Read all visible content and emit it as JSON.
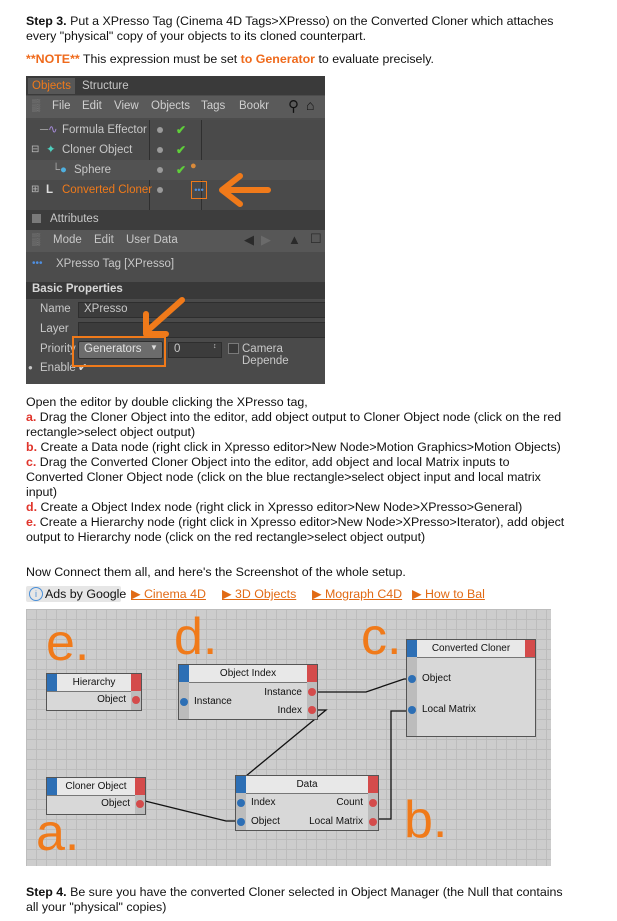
{
  "step3": {
    "label": "Step 3.",
    "line1": " Put a XPresso Tag (Cinema 4D Tags>XPresso) on the Converted Cloner which attaches",
    "line2": "every \"physical\" copy of your objects to its cloned counterpart."
  },
  "note": {
    "label": "**NOTE**",
    "text1": " This expression must be set ",
    "highlight": "to Generator",
    "text2": " to evaluate precisely."
  },
  "c4d": {
    "tabs": [
      "Objects",
      "Structure"
    ],
    "menu": [
      "File",
      "Edit",
      "View",
      "Objects",
      "Tags",
      "Bookr"
    ],
    "objects": [
      "Formula Effector",
      "Cloner Object",
      "Sphere",
      "Converted Cloner"
    ],
    "attributes_title": "Attributes",
    "attr_menu": [
      "Mode",
      "Edit",
      "User Data"
    ],
    "tag_title": "XPresso Tag [XPresso]",
    "section": "Basic Properties",
    "fields": {
      "name_label": "Name",
      "name_value": "XPresso",
      "layer_label": "Layer",
      "priority_label": "Priority",
      "priority_value": "Generators",
      "priority_num": "0",
      "camera_label": "Camera Depende",
      "enable_label": "Enable"
    }
  },
  "instructions": {
    "intro": "Open the editor by double clicking the XPresso tag,",
    "a": {
      "k": "a.",
      "t1": " Drag the Cloner Object into the editor, add object output  to Cloner Object node (click on the red",
      "t2": "rectangle>select object output)"
    },
    "b": {
      "k": "b.",
      "t1": " Create a Data node (right click in Xpresso editor>New Node>Motion Graphics>Motion Objects)"
    },
    "c": {
      "k": "c.",
      "t1": " Drag the Converted Cloner Object into the editor, add object  and local Matrix inputs to",
      "t2": "Converted Cloner Object  node (click on the blue rectangle>select object input and local matrix",
      "t3": "input)"
    },
    "d": {
      "k": "d.",
      "t1": " Create a Object Index node (right click in Xpresso editor>New Node>XPresso>General)"
    },
    "e": {
      "k": "e.",
      "t1": " Create a Hierarchy node (right click in Xpresso editor>New Node>XPresso>Iterator), add object",
      "t2": "output to Hierarchy node (click on the red rectangle>select object output)"
    }
  },
  "connect_text": "Now Connect them all, and here's the Screenshot of the whole setup.",
  "ads": {
    "label": "Ads by Google",
    "links": [
      "▶ Cinema 4D",
      "▶ 3D Objects",
      "▶ Mograph C4D",
      "▶ How to Bal"
    ]
  },
  "graph": {
    "letters": {
      "e": "e.",
      "d": "d.",
      "c": "c.",
      "a": "a.",
      "b": "b."
    },
    "nodes": {
      "hierarchy": {
        "title": "Hierarchy",
        "out": [
          "Object"
        ]
      },
      "object_index": {
        "title": "Object Index",
        "in": [
          "Instance"
        ],
        "out": [
          "Instance",
          "Index"
        ]
      },
      "converted_cloner": {
        "title": "Converted Cloner",
        "in": [
          "Object",
          "Local Matrix"
        ]
      },
      "cloner_object": {
        "title": "Cloner Object",
        "out": [
          "Object"
        ]
      },
      "data": {
        "title": "Data",
        "in": [
          "Index",
          "Object"
        ],
        "out": [
          "Count",
          "Local Matrix"
        ]
      }
    }
  },
  "step4": {
    "label": "Step 4.",
    "line1": " Be sure you have the converted Cloner selected in Object Manager (the Null that contains",
    "line2": "all your \"physical\" copies)"
  }
}
